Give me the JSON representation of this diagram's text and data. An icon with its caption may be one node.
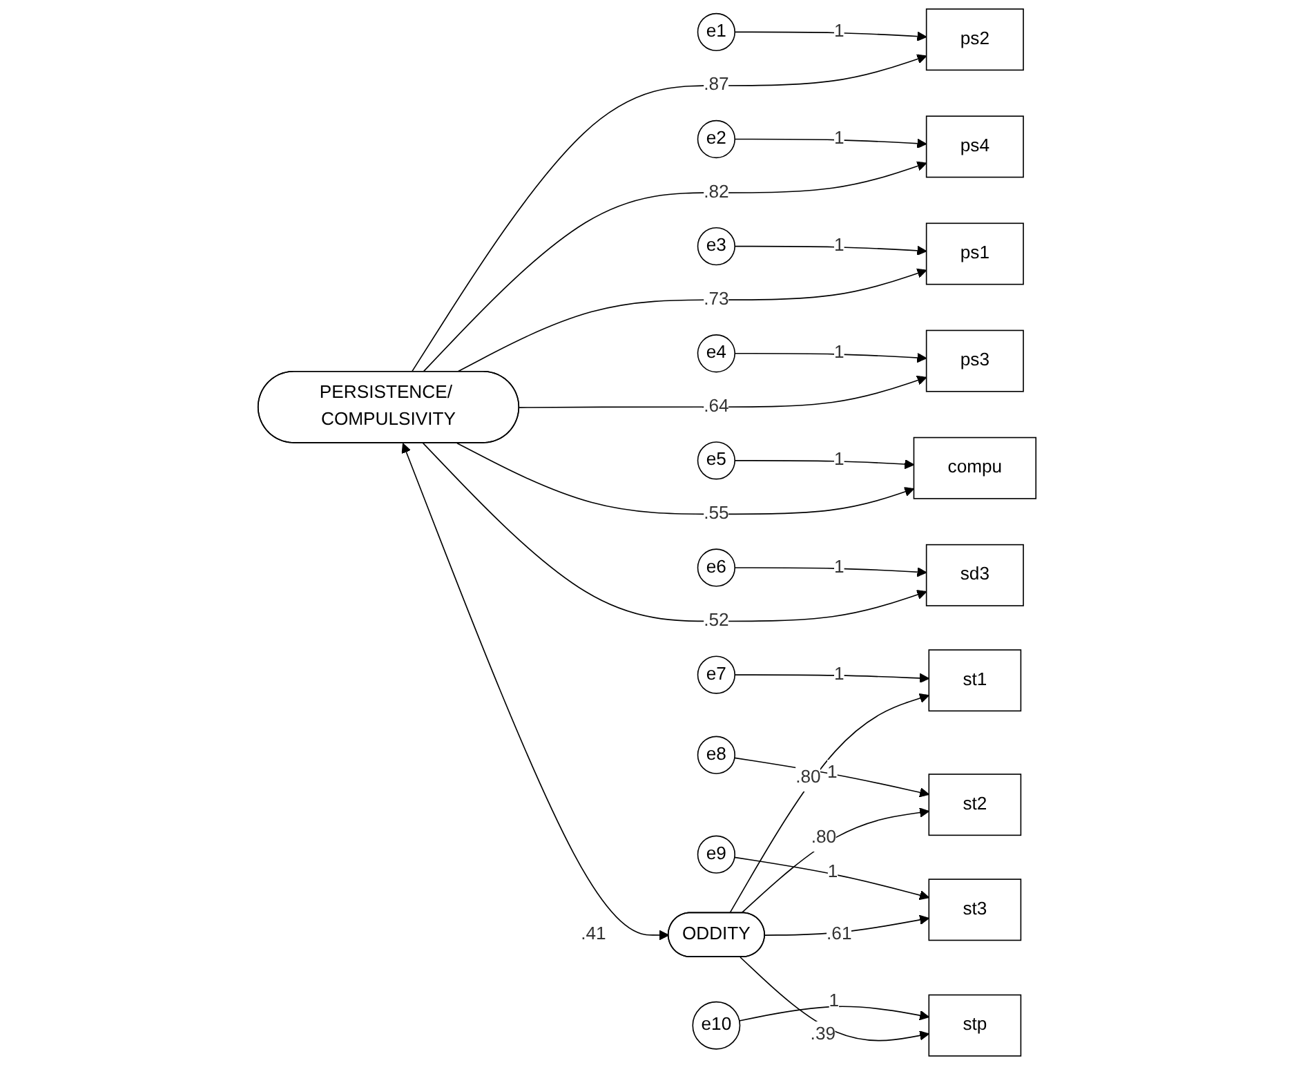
{
  "diagram": {
    "nodes": [
      {
        "text": [
          "e1"
        ]
      },
      {
        "text": [
          "e2"
        ]
      },
      {
        "text": [
          "e3"
        ]
      },
      {
        "text": [
          "e4"
        ]
      },
      {
        "text": [
          "e5"
        ]
      },
      {
        "text": [
          "e6"
        ]
      },
      {
        "text": [
          "e7"
        ]
      },
      {
        "text": [
          "e8"
        ]
      },
      {
        "text": [
          "e9"
        ]
      },
      {
        "text": [
          "e10"
        ]
      },
      {
        "text": [
          "ps2"
        ]
      },
      {
        "text": [
          "ps4"
        ]
      },
      {
        "text": [
          "ps1"
        ]
      },
      {
        "text": [
          "ps3"
        ]
      },
      {
        "text": [
          "compu"
        ]
      },
      {
        "text": [
          "sd3"
        ]
      },
      {
        "text": [
          "st1"
        ]
      },
      {
        "text": [
          "st2"
        ]
      },
      {
        "text": [
          "st3"
        ]
      },
      {
        "text": [
          "stp"
        ]
      },
      {
        "text": [
          "PERSISTENCE/ COMPULSIVITY"
        ]
      },
      {
        "text": [
          "ODDITY"
        ]
      }
    ],
    "edges": [
      {
        "from": 0,
        "to": 10,
        "arrow": "to",
        "label": "1"
      },
      {
        "from": 1,
        "to": 11,
        "arrow": "to",
        "label": "1"
      },
      {
        "from": 2,
        "to": 12,
        "arrow": "to",
        "label": "1"
      },
      {
        "from": 3,
        "to": 13,
        "arrow": "to",
        "label": "1"
      },
      {
        "from": 4,
        "to": 14,
        "arrow": "to",
        "label": "1"
      },
      {
        "from": 5,
        "to": 15,
        "arrow": "to",
        "label": "1"
      },
      {
        "from": 6,
        "to": 16,
        "arrow": "to",
        "label": "1"
      },
      {
        "from": 7,
        "to": 17,
        "arrow": "to",
        "label": "1"
      },
      {
        "from": 8,
        "to": 18,
        "arrow": "to",
        "label": "1"
      },
      {
        "from": 9,
        "to": 19,
        "arrow": "to",
        "label": "1"
      },
      {
        "from": 20,
        "to": 10,
        "arrow": "to",
        "label": ".87"
      },
      {
        "from": 20,
        "to": 11,
        "arrow": "to",
        "label": ".82"
      },
      {
        "from": 20,
        "to": 12,
        "arrow": "to",
        "label": ".73"
      },
      {
        "from": 20,
        "to": 13,
        "arrow": "to",
        "label": ".64"
      },
      {
        "from": 20,
        "to": 14,
        "arrow": "to",
        "label": ".55"
      },
      {
        "from": 20,
        "to": 15,
        "arrow": "to",
        "label": ".52"
      },
      {
        "from": 21,
        "to": 16,
        "arrow": "to",
        "label": ".80"
      },
      {
        "from": 21,
        "to": 17,
        "arrow": "to",
        "label": ".80"
      },
      {
        "from": 21,
        "to": 18,
        "arrow": "to",
        "label": ".61"
      },
      {
        "from": 21,
        "to": 19,
        "arrow": "to",
        "label": ".39"
      },
      {
        "from": 20,
        "to": 21,
        "arrow": "both",
        "label": ".41"
      }
    ]
  }
}
